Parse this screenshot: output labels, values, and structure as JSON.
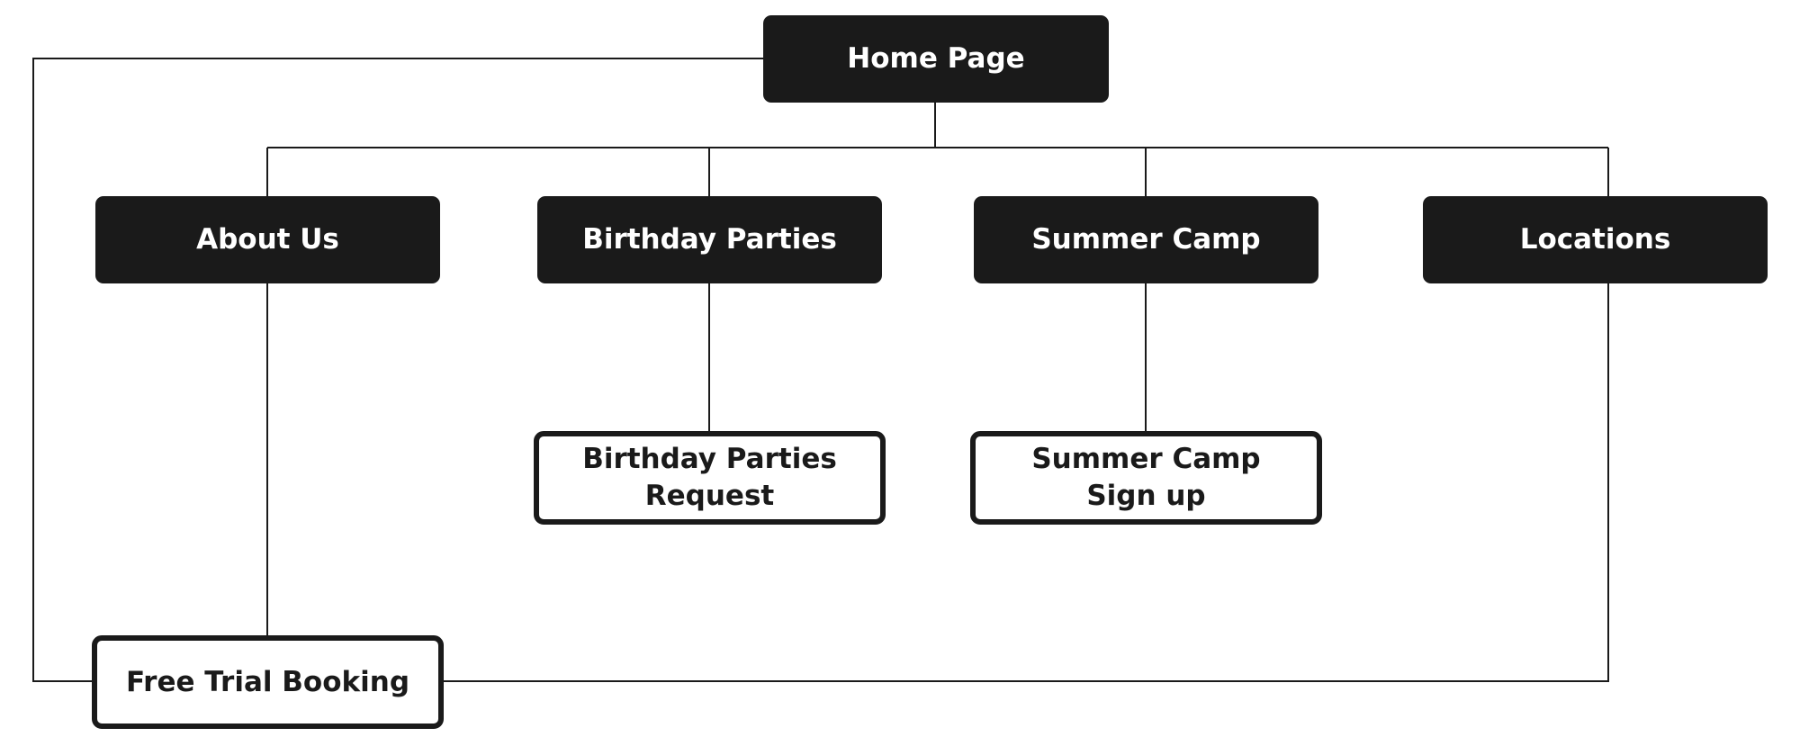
{
  "diagram": {
    "root": {
      "label": "Home Page"
    },
    "sections": [
      {
        "label": "About Us"
      },
      {
        "label": "Birthday Parties"
      },
      {
        "label": "Summer Camp"
      },
      {
        "label": "Locations"
      }
    ],
    "subpages": {
      "birthday_request": {
        "label": "Birthday Parties\nRequest"
      },
      "camp_signup": {
        "label": "Summer Camp\nSign up"
      },
      "free_trial": {
        "label": "Free Trial Booking"
      }
    },
    "colors": {
      "node_fill": "#1a1a1a",
      "node_text": "#ffffff",
      "outline": "#1a1a1a",
      "background": "#ffffff"
    }
  }
}
